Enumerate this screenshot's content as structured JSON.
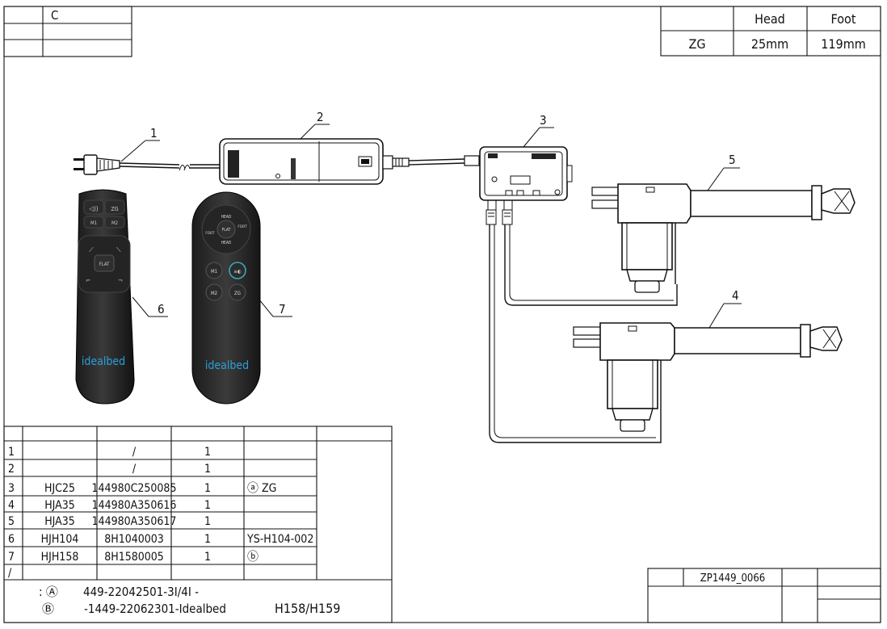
{
  "revision_box": {
    "rev": "C"
  },
  "stroke_table": {
    "headers": [
      "Head",
      "Foot"
    ],
    "row": {
      "label": "ZG",
      "head": "25mm",
      "foot": "119mm"
    }
  },
  "balloons": [
    "1",
    "2",
    "3",
    "4",
    "5",
    "6",
    "7"
  ],
  "remote6": {
    "brand": "idealbed",
    "buttons": [
      "M1",
      "M2",
      "FLAT"
    ]
  },
  "remote7": {
    "brand": "idealbed",
    "buttons": [
      "HEAD",
      "FOOT",
      "FLAT",
      "HEAD",
      "FOOT",
      "M1",
      "M2",
      "ZG"
    ]
  },
  "bom": {
    "rows": [
      {
        "no": "1",
        "part": "",
        "code": "/",
        "qty": "1",
        "note": ""
      },
      {
        "no": "2",
        "part": "",
        "code": "/",
        "qty": "1",
        "note": ""
      },
      {
        "no": "3",
        "part": "HJC25",
        "code": "144980C250085",
        "qty": "1",
        "note": "ⓐ    ZG"
      },
      {
        "no": "4",
        "part": "HJA35",
        "code": "144980A350616",
        "qty": "1",
        "note": ""
      },
      {
        "no": "5",
        "part": "HJA35",
        "code": "144980A350617",
        "qty": "1",
        "note": ""
      },
      {
        "no": "6",
        "part": "HJH104",
        "code": "8H1040003",
        "qty": "1",
        "note": "YS-H104-002"
      },
      {
        "no": "7",
        "part": "HJH158",
        "code": "8H1580005",
        "qty": "1",
        "note": "ⓑ"
      },
      {
        "no": "/",
        "part": "",
        "code": "",
        "qty": "",
        "note": ""
      }
    ],
    "notes": [
      {
        "mark": ": Ⓐ",
        "text": "449-22042501-3I/4I  -"
      },
      {
        "mark": "Ⓑ",
        "text": "-1449-22062301-Idealbed",
        "tail": "H158/H159"
      }
    ]
  },
  "title_block": {
    "drawing_no": "ZP1449_0066"
  }
}
